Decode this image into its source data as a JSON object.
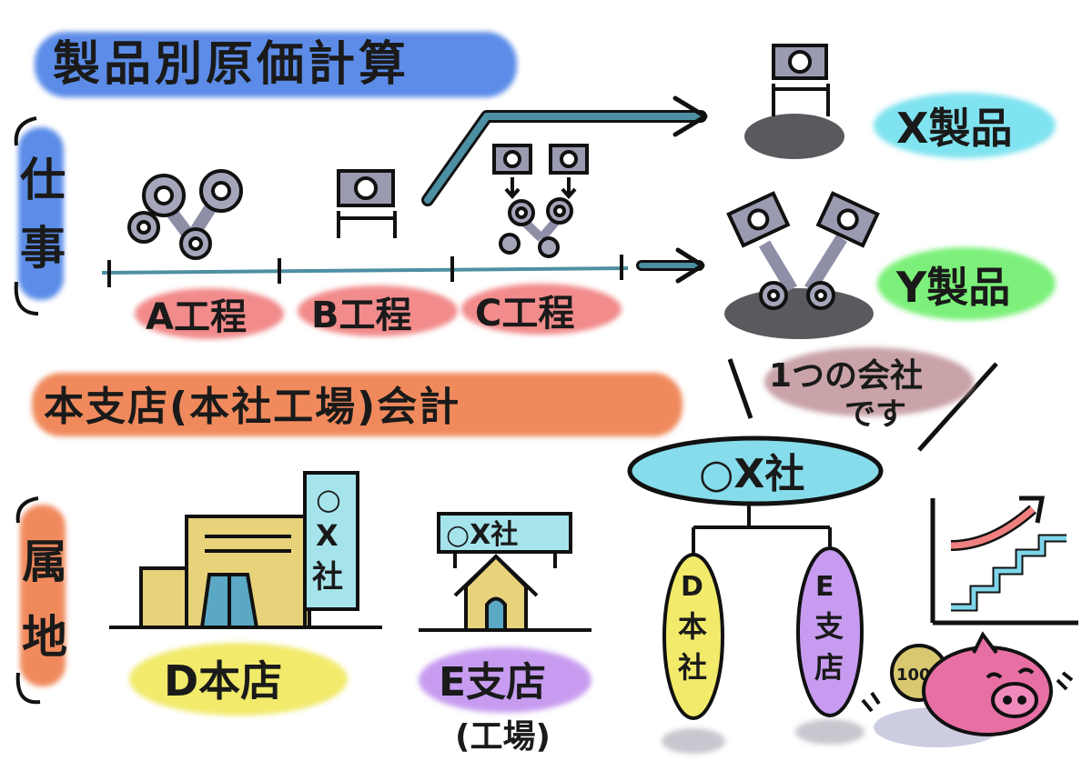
{
  "colors": {
    "title_blue": "#5b8ce8",
    "side_blue": "#5b8ce8",
    "section_orange": "#f08a5d",
    "process_red": "#f28b8b",
    "x_cyan": "#7fe3f0",
    "y_green": "#7cf07a",
    "d_yellow": "#f1ea6a",
    "e_purple": "#c79cf0",
    "company_cyan": "#86dcea",
    "note_mauve": "#c9a3a8",
    "arrow_blue": "#4d8fa3",
    "pig_pink": "#e86fa3"
  },
  "top": {
    "title": "製品別原価計算",
    "side_label_1": "仕",
    "side_label_2": "事",
    "processes": [
      "A工程",
      "B工程",
      "C工程"
    ],
    "product_x": "X製品",
    "product_y": "Y製品"
  },
  "bottom": {
    "title": "本支店(本社工場)会計",
    "side_label_1": "属",
    "side_label_2": "地",
    "hq_sign_1": "○",
    "hq_sign_2": "X",
    "hq_sign_3": "社",
    "hq_label": "D本店",
    "branch_sign": "○X社",
    "branch_label": "E支店",
    "branch_sub": "(工場)",
    "note_line1": "1つの会社",
    "note_line2": "です",
    "company": "○X社",
    "child_d_1": "D",
    "child_d_2": "本",
    "child_d_3": "社",
    "child_e_1": "E",
    "child_e_2": "支",
    "child_e_3": "店",
    "coin": "100"
  }
}
